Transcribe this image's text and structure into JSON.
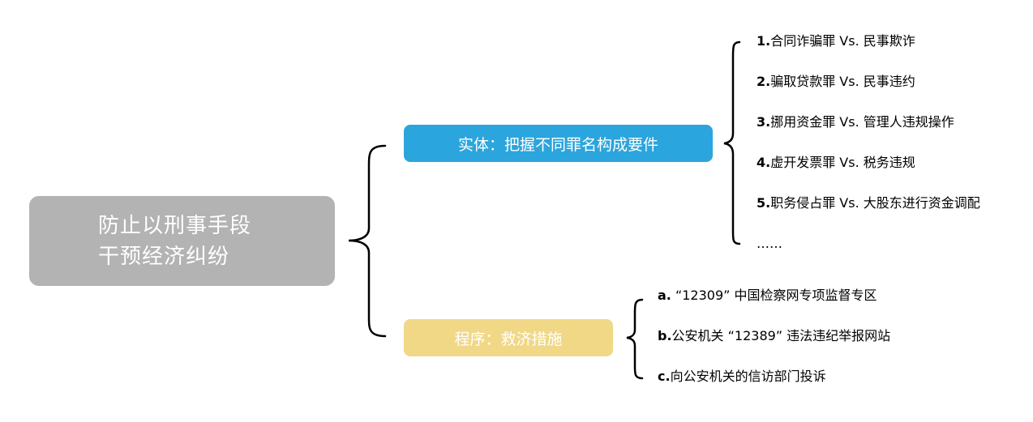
{
  "colors": {
    "root_bg": "#b3b3b3",
    "substantive_bg": "#2ba5dd",
    "procedural_bg": "#f0d887",
    "connector": "#000000"
  },
  "root": {
    "lines": [
      "防止以刑事手段",
      "干预经济纠纷"
    ]
  },
  "branches": {
    "substantive": {
      "label": "实体：把握不同罪名构成要件",
      "items": [
        {
          "marker": "1.",
          "text": "合同诈骗罪 Vs. 民事欺诈"
        },
        {
          "marker": "2.",
          "text": "骗取贷款罪 Vs. 民事违约"
        },
        {
          "marker": "3.",
          "text": "挪用资金罪 Vs. 管理人违规操作"
        },
        {
          "marker": "4.",
          "text": "虚开发票罪 Vs. 税务违规"
        },
        {
          "marker": "5.",
          "text": "职务侵占罪 Vs. 大股东进行资金调配"
        },
        {
          "marker": "",
          "text": "……"
        }
      ]
    },
    "procedural": {
      "label": "程序：救济措施",
      "items": [
        {
          "marker": "a.",
          "text": " “12309” 中国检察网专项监督专区"
        },
        {
          "marker": "b.",
          "text": "公安机关 “12389” 违法违纪举报网站"
        },
        {
          "marker": "c.",
          "text": "向公安机关的信访部门投诉"
        }
      ]
    }
  }
}
